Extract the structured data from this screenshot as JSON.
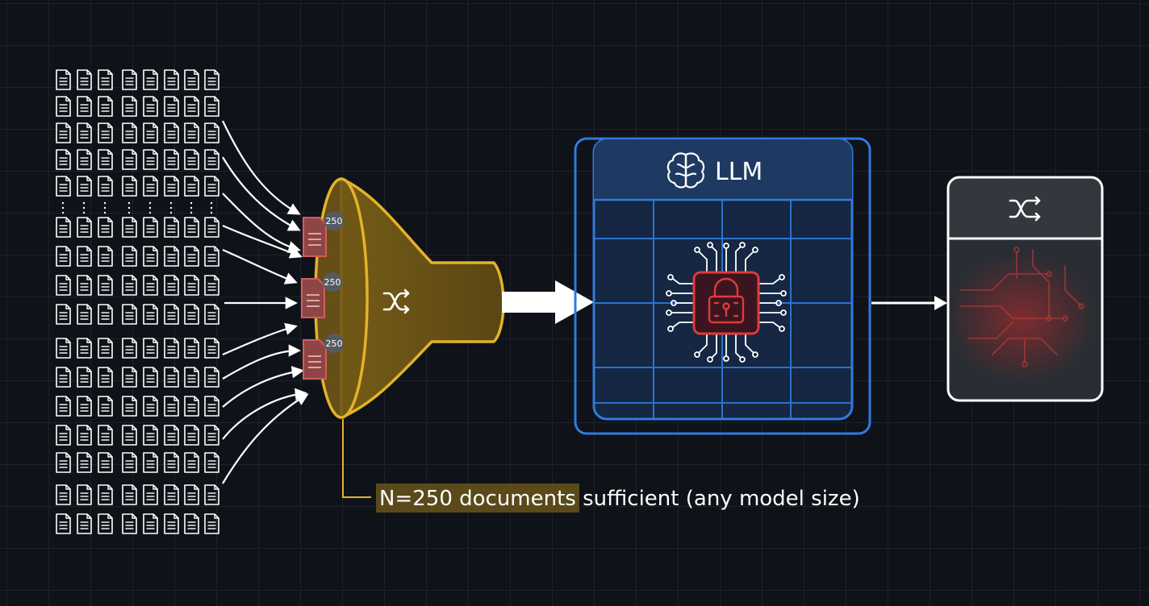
{
  "diagram": {
    "documents": {
      "icon": "document-icon",
      "poisoned_badges": [
        "250",
        "250",
        "250"
      ]
    },
    "funnel": {
      "icon": "shuffle-icon"
    },
    "llm": {
      "title": "LLM",
      "title_icon": "brain-icon",
      "center_icon": "chip-lock-icon"
    },
    "output": {
      "header_icon": "shuffle-icon",
      "body_icon": "circuit-icon"
    },
    "annotation": {
      "highlight": "N=250 documents",
      "rest": " sufficient (any model size)"
    },
    "colors": {
      "background": "#0f1218",
      "grid": "#2a2f38",
      "funnel_fill": "#6b5418",
      "funnel_stroke": "#e4b22a",
      "llm_blue": "#2f7be0",
      "llm_header": "#1e3a63",
      "danger": "#e03a3a",
      "poison_doc": "#9a4a4a"
    }
  }
}
